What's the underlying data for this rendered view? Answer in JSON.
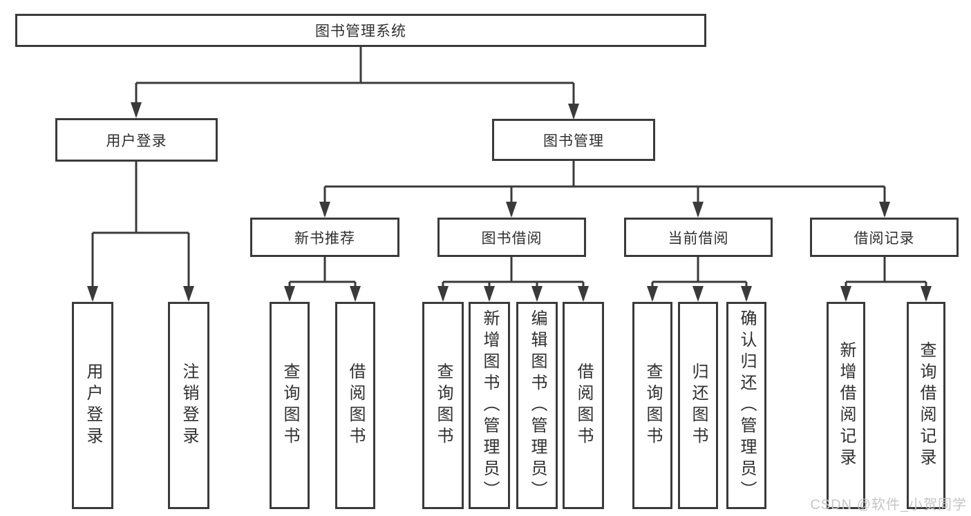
{
  "diagram": {
    "root": "图书管理系统",
    "level2": {
      "user_login": "用户登录",
      "book_mgmt": "图书管理"
    },
    "level3": {
      "new_books": "新书推荐",
      "book_borrow": "图书借阅",
      "current_borrow": "当前借阅",
      "borrow_records": "借阅记录"
    },
    "leaves": {
      "user_login": [
        "用户登录",
        "注销登录"
      ],
      "new_books": [
        "查询图书",
        "借阅图书"
      ],
      "book_borrow": [
        "查询图书",
        "新增图书（管理员）",
        "编辑图书（管理员）",
        "借阅图书"
      ],
      "current_borrow": [
        "查询图书",
        "归还图书",
        "确认归还（管理员）"
      ],
      "borrow_records": [
        "新增借阅记录",
        "查询借阅记录"
      ]
    }
  },
  "watermark": "CSDN @软件_小贺同学",
  "colors": {
    "line": "#3a3a3a",
    "box_background": "#ffffff",
    "text": "#2f2f2f",
    "watermark": "#c6c6c6"
  }
}
